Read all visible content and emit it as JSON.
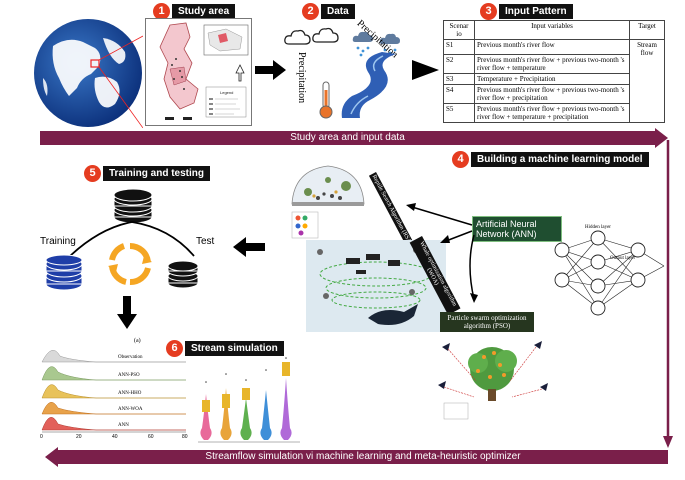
{
  "sections": {
    "s1": {
      "number": "1",
      "title": "Study area"
    },
    "s2": {
      "number": "2",
      "title": "Data"
    },
    "s3": {
      "number": "3",
      "title": "Input Pattern"
    },
    "s4": {
      "number": "4",
      "title": "Building a machine learning model"
    },
    "s5": {
      "number": "5",
      "title": "Training and testing"
    },
    "s6": {
      "number": "6",
      "title": "Stream simulation"
    }
  },
  "bands": {
    "top": "Study area and input data",
    "bottom": "Streamflow simulation vi machine learning and meta-heuristic optimizer"
  },
  "data_panel": {
    "precip_top": "Precipitation",
    "precip_left": "Precipitation"
  },
  "table": {
    "headers": [
      "Scenar io",
      "Input variables",
      "Target"
    ],
    "target": "Stream flow",
    "rows": [
      {
        "id": "S1",
        "text": "Previous month's river flow"
      },
      {
        "id": "S2",
        "text": "Previous month's river flow + previous two-month 's river flow + temperature"
      },
      {
        "id": "S3",
        "text": "Temperature + Precipitation"
      },
      {
        "id": "S4",
        "text": "Previous month's river flow + previous two-month 's river flow + precipitation"
      },
      {
        "id": "S5",
        "text": "Previous month's river flow + previous two-month 's river flow + temperature + precipitation"
      }
    ]
  },
  "model": {
    "ann": "Artificial Neural Network (ANN)",
    "rsa": "Reptile Search Algorithm (RSA)",
    "woa": "Whale optimization algorithm (WOA)",
    "pso": "Particle swarm optimization algorithm (PSO)",
    "hidden_layer": "Hidden layer",
    "output_layer": "Output layer"
  },
  "training": {
    "train": "Training",
    "test": "Test"
  },
  "sim": {
    "panel_label": "(a)",
    "ridges": [
      "Observation",
      "ANN-PSO",
      "ANN-HHO",
      "ANN-WOA",
      "ANN"
    ],
    "ticks": [
      "0",
      "20",
      "40",
      "60",
      "80"
    ]
  },
  "map": {
    "legend_title": "Legend"
  }
}
